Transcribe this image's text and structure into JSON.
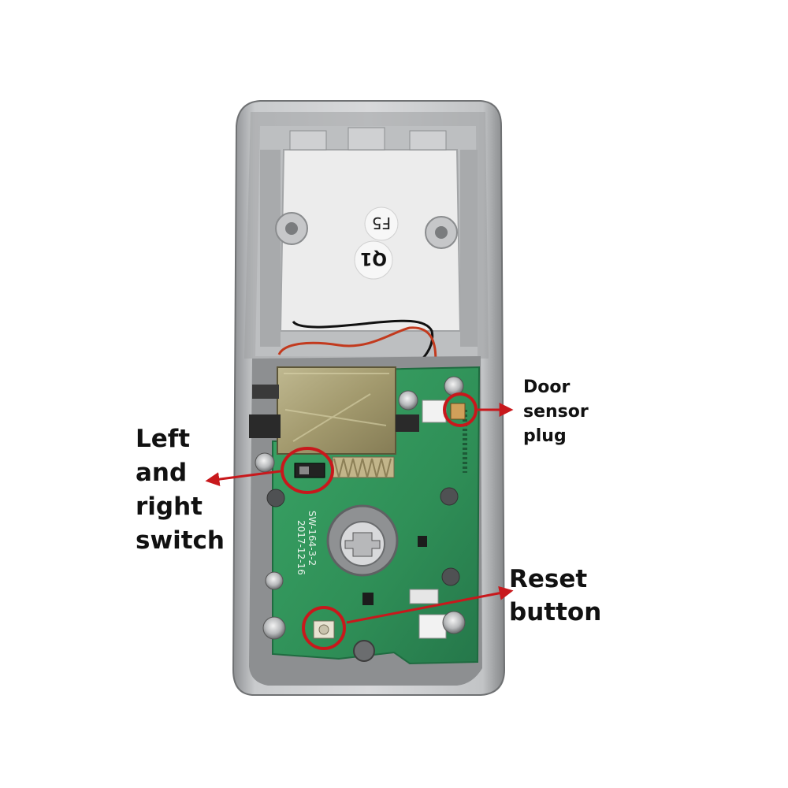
{
  "callouts": {
    "left_right_switch": [
      "Left",
      "and",
      "right",
      "switch"
    ],
    "door_sensor_plug": [
      "Door",
      "sensor",
      "plug"
    ],
    "reset_button": [
      "Reset",
      "button"
    ]
  },
  "stickers": {
    "f5": "F5",
    "q1": "Q1"
  },
  "pcb_text": {
    "model": "SW-164-3-2",
    "date": "2017-12-16"
  },
  "colors": {
    "annotation_red": "#c8181c",
    "pcb_green": "#2f8f57",
    "housing_gray": "#a9abad"
  }
}
